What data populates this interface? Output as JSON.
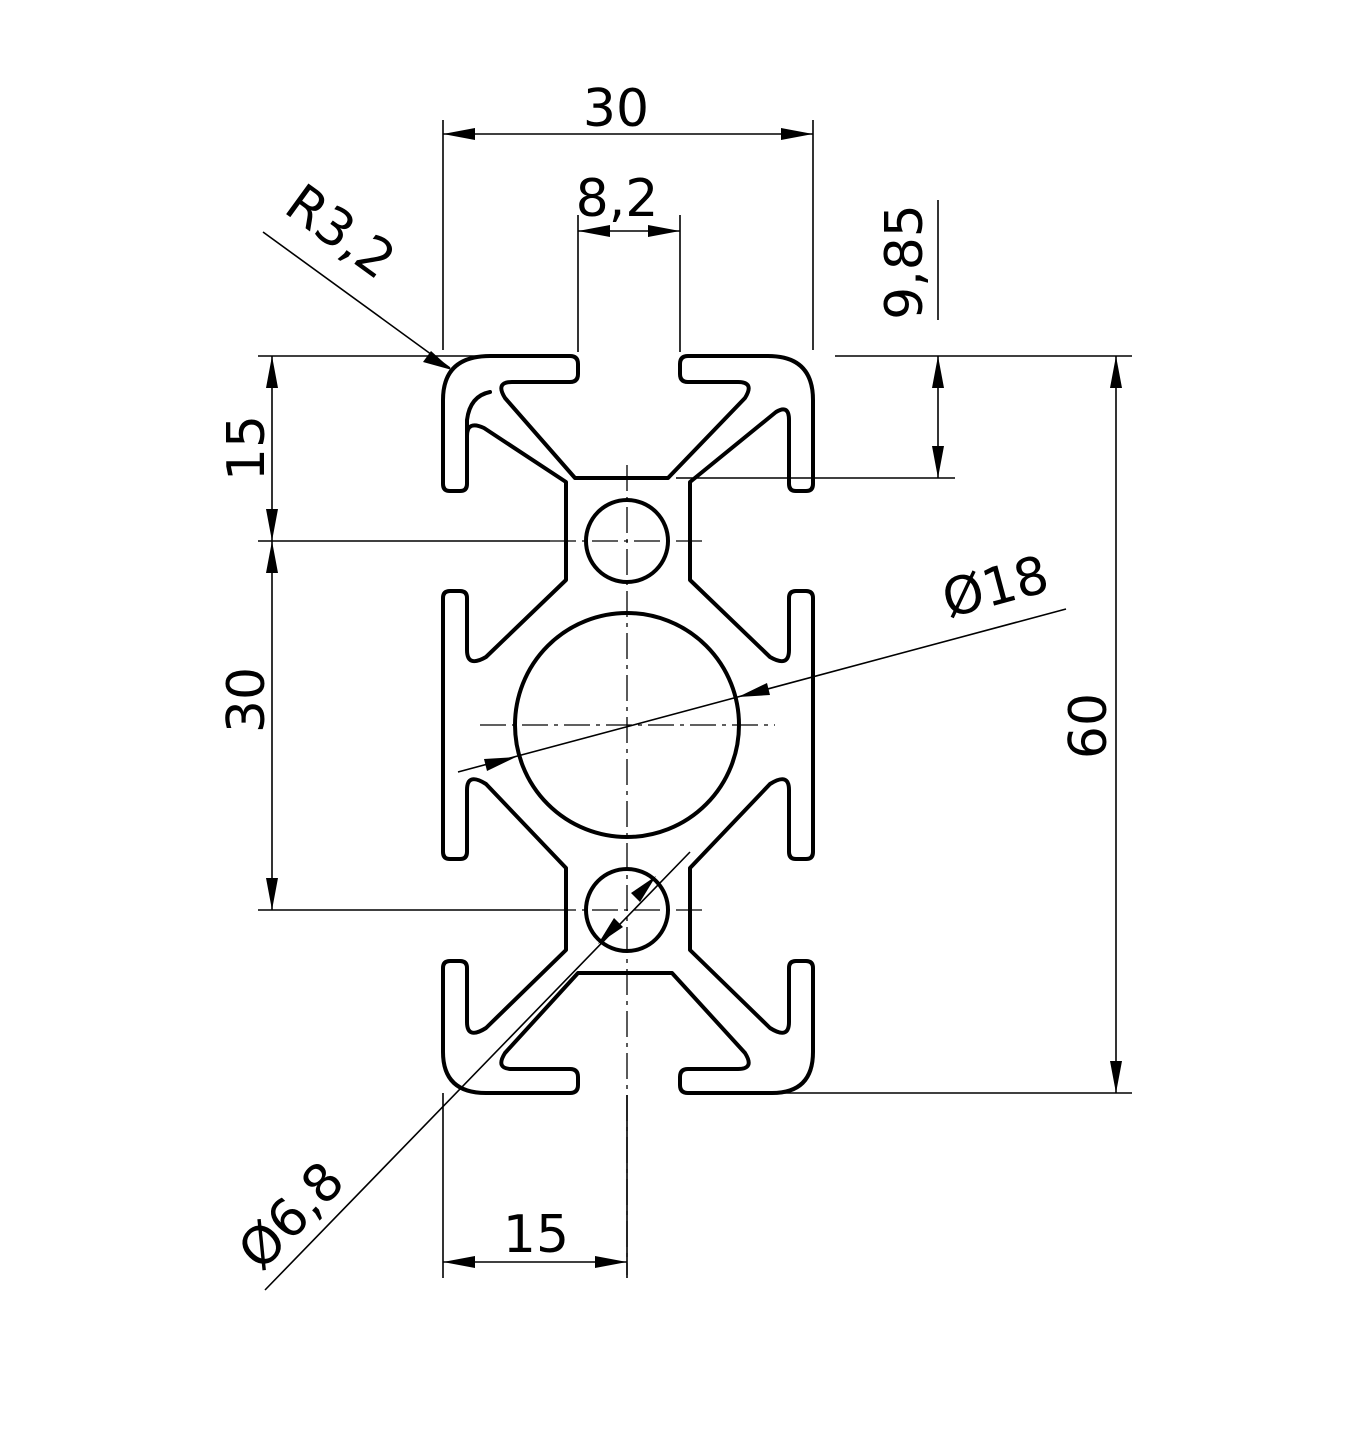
{
  "dimensions": {
    "width_top": "30",
    "slot_width": "8,2",
    "radius": "R3,2",
    "slot_depth": "9,85",
    "left_15": "15",
    "left_30": "30",
    "bore_large": "Ø18",
    "overall_height": "60",
    "bottom_15": "15",
    "bore_small": "Ø6,8"
  },
  "colors": {
    "line": "#000000",
    "background": "#ffffff"
  }
}
